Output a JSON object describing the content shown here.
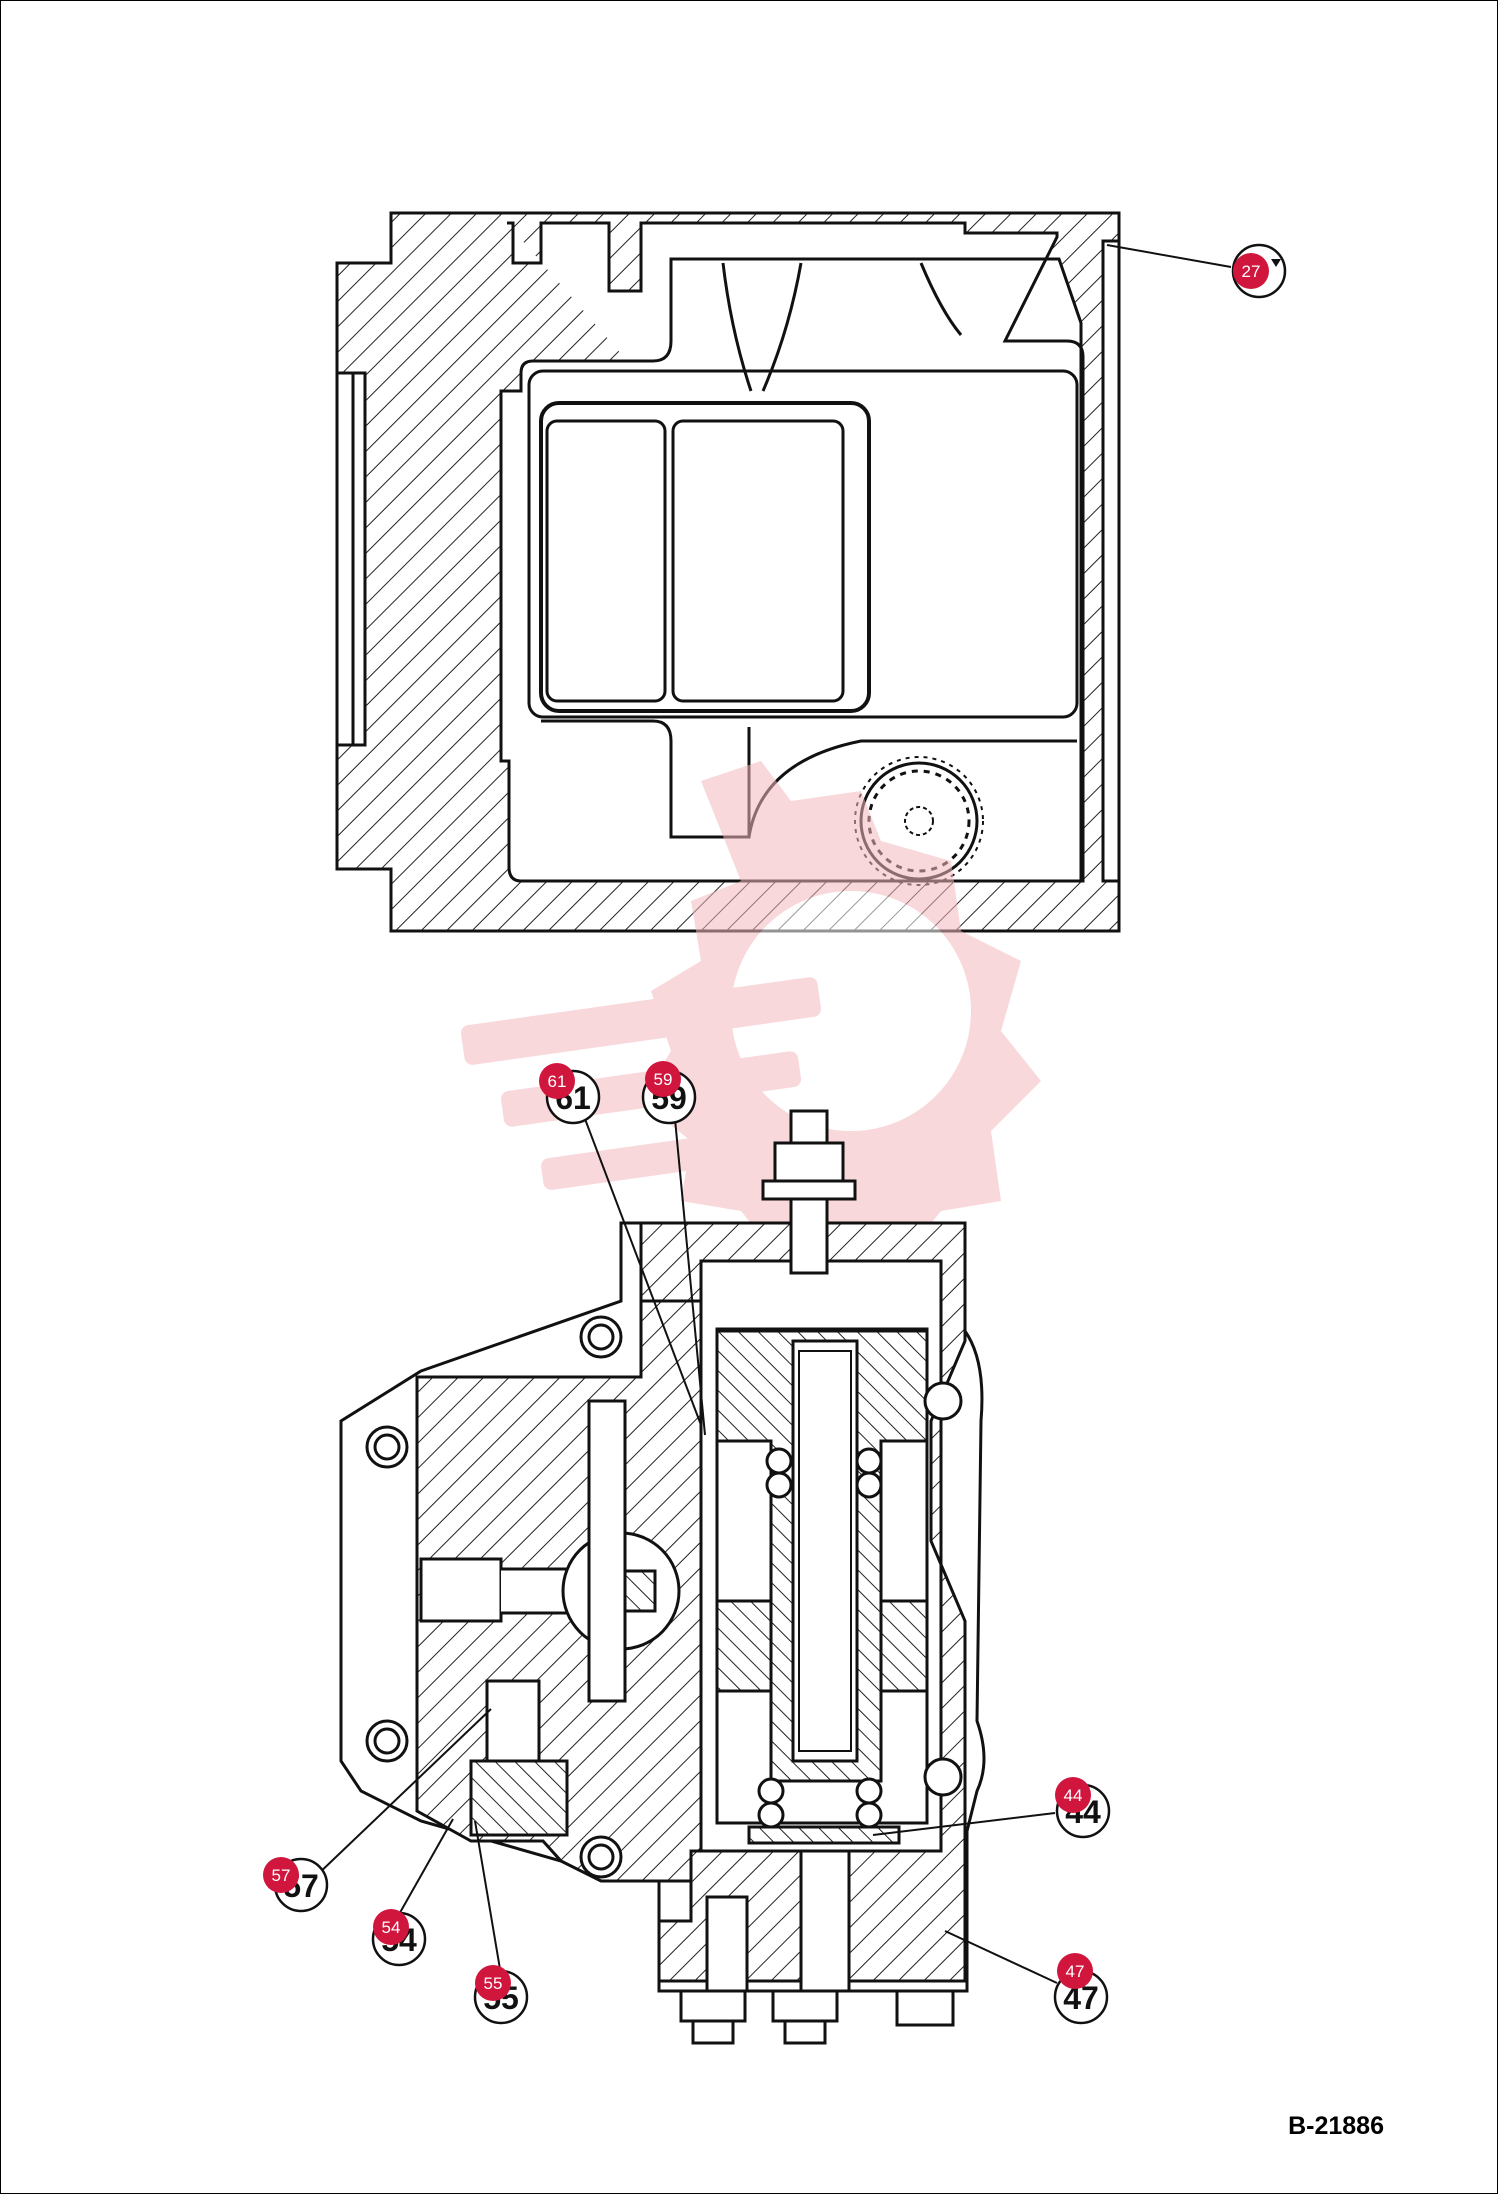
{
  "figure": {
    "reference": "B-21886"
  },
  "callouts": [
    {
      "id": "27",
      "printed": "",
      "badge": "27"
    },
    {
      "id": "61",
      "printed": "61",
      "badge": "61"
    },
    {
      "id": "59",
      "printed": "59",
      "badge": "59"
    },
    {
      "id": "44",
      "printed": "44",
      "badge": "44"
    },
    {
      "id": "57",
      "printed": "57",
      "badge": "57"
    },
    {
      "id": "54",
      "printed": "54",
      "badge": "54"
    },
    {
      "id": "55",
      "printed": "55",
      "badge": "55"
    },
    {
      "id": "47",
      "printed": "47",
      "badge": "47"
    }
  ],
  "colors": {
    "line": "#111111",
    "badge": "#d0163d",
    "watermark": "#f3b8bd"
  },
  "watermark": {
    "icon": "gear-wrench-logo"
  }
}
